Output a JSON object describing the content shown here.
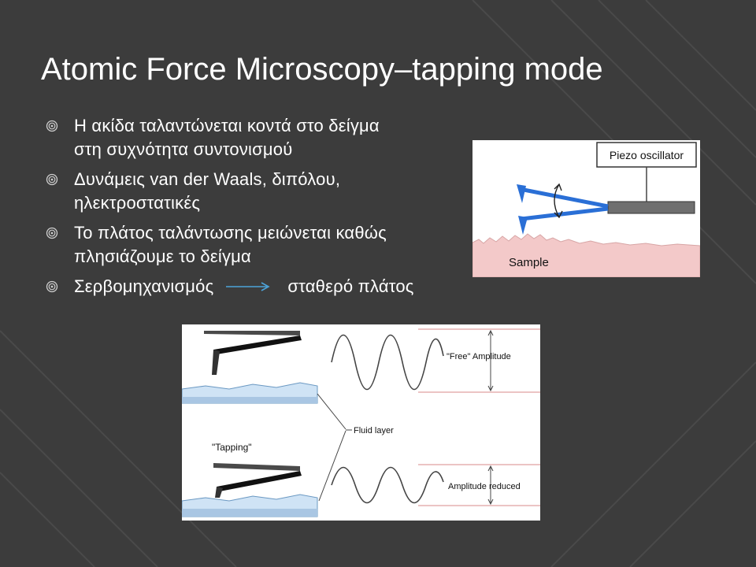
{
  "slide": {
    "title": "Atomic Force Microscopy–tapping mode"
  },
  "bullets": [
    {
      "line1": "Η ακίδα ταλαντώνεται κοντά στο δείγμα",
      "line2": "στη συχνότητα συντονισμού"
    },
    {
      "line1": "Δυνάμεις van der Waals, διπόλου,",
      "line2": "ηλεκτροστατικές"
    },
    {
      "line1": "Το πλάτος ταλάντωσης μειώνεται καθώς",
      "line2": "πλησιάζουμε το δείγμα"
    },
    {
      "left": "Σερβομηχανισμός",
      "right": "σταθερό πλάτος"
    }
  ],
  "figure_piezo": {
    "oscillator_label": "Piezo oscillator",
    "sample_label": "Sample"
  },
  "figure_tapping": {
    "free_amplitude_label": "\"Free\" Amplitude",
    "fluid_layer_label": "Fluid layer",
    "tapping_label": "\"Tapping\"",
    "amplitude_reduced_label": "Amplitude reduced"
  },
  "colors": {
    "background": "#3c3c3c",
    "text": "#ffffff",
    "arrow": "#4da3d9",
    "tip": "#2a6fd6",
    "sample": "#f3c9c9"
  },
  "icons": {
    "bullet": "concentric-circle-bullet-icon",
    "arrow": "right-arrow-icon"
  }
}
